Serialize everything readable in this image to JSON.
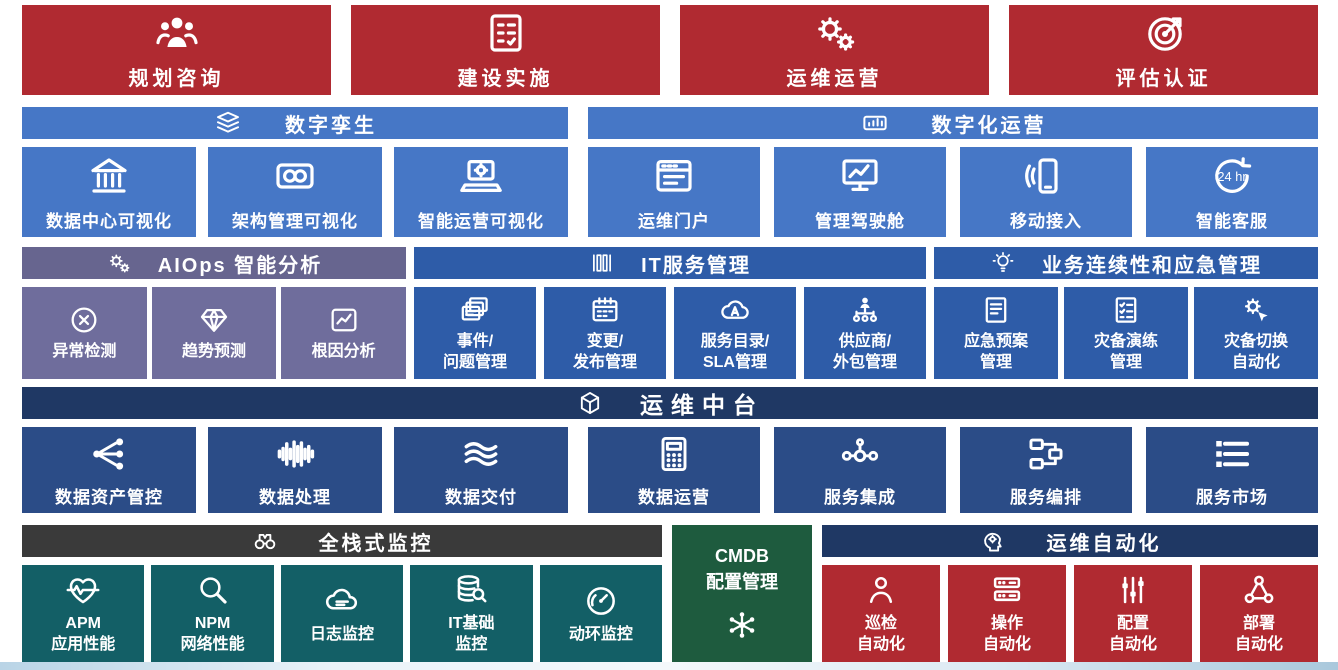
{
  "palette": {
    "red": "#B02A31",
    "blue": "#4677C6",
    "purplehdr": "#67658F",
    "purple": "#6F6D9C",
    "midblue": "#2E5CA8",
    "navy": "#1F3864",
    "navytile": "#2B4C87",
    "darkgray": "#3A3A3A",
    "teal": "#135F66",
    "green": "#1E5B3E"
  },
  "banners": [
    {
      "label": "规划咨询",
      "icon": "people-group-icon"
    },
    {
      "label": "建设实施",
      "icon": "checklist-icon"
    },
    {
      "label": "运维运营",
      "icon": "gears-icon"
    },
    {
      "label": "评估认证",
      "icon": "target-icon"
    }
  ],
  "twin": {
    "header": {
      "label": "数字孪生",
      "icon": "layers-icon"
    },
    "tiles": [
      {
        "label": "数据中心可视化",
        "icon": "bank-icon"
      },
      {
        "label": "架构管理可视化",
        "icon": "glasses-icon"
      },
      {
        "label": "智能运营可视化",
        "icon": "laptop-gear-icon"
      }
    ]
  },
  "digiops": {
    "header": {
      "label": "数字化运营",
      "icon": "meter-icon"
    },
    "tiles": [
      {
        "label": "运维门户",
        "icon": "browser-icon"
      },
      {
        "label": "管理驾驶舱",
        "icon": "monitor-chart-icon"
      },
      {
        "label": "移动接入",
        "icon": "mobile-icon"
      },
      {
        "label": "智能客服",
        "icon": "service-24h-icon"
      }
    ]
  },
  "aiops": {
    "header": {
      "label": "AIOps 智能分析",
      "icon": "gears-icon"
    },
    "tiles": [
      {
        "label": "异常检测",
        "icon": "circle-x-icon"
      },
      {
        "label": "趋势预测",
        "icon": "diamond-icon"
      },
      {
        "label": "根因分析",
        "icon": "chart-box-icon"
      }
    ]
  },
  "itsm": {
    "header": {
      "label": "IT服务管理",
      "icon": "library-icon"
    },
    "tiles": [
      {
        "line1": "事件/",
        "line2": "问题管理",
        "icon": "cards-icon"
      },
      {
        "line1": "变更/",
        "line2": "发布管理",
        "icon": "calendar-icon"
      },
      {
        "line1": "服务目录/",
        "line2": "SLA管理",
        "icon": "cloud-a-icon"
      },
      {
        "line1": "供应商/",
        "line2": "外包管理",
        "icon": "org-people-icon"
      }
    ]
  },
  "bcm": {
    "header": {
      "label": "业务连续性和应急管理",
      "icon": "bulb-icon"
    },
    "tiles": [
      {
        "line1": "应急预案",
        "line2": "管理",
        "icon": "doc-text-icon"
      },
      {
        "line1": "灾备演练",
        "line2": "管理",
        "icon": "doc-check-icon"
      },
      {
        "line1": "灾备切换",
        "line2": "自动化",
        "icon": "gear-pointer-icon"
      }
    ]
  },
  "mid": {
    "header": {
      "label": "运维中台",
      "icon": "cube-icon"
    },
    "tiles": [
      {
        "label": "数据资产管控",
        "icon": "share-icon"
      },
      {
        "label": "数据处理",
        "icon": "waveform-icon"
      },
      {
        "label": "数据交付",
        "icon": "waves-icon"
      },
      {
        "label": "数据运营",
        "icon": "calculator-icon"
      },
      {
        "label": "服务集成",
        "icon": "nodes-icon"
      },
      {
        "label": "服务编排",
        "icon": "flow-icon"
      },
      {
        "label": "服务市场",
        "icon": "list-icon"
      }
    ]
  },
  "monitoring": {
    "header": {
      "label": "全栈式监控",
      "icon": "binoculars-icon"
    },
    "tiles": [
      {
        "line1": "APM",
        "line2": "应用性能",
        "icon": "heart-pulse-icon"
      },
      {
        "line1": "NPM",
        "line2": "网络性能",
        "icon": "magnifier-icon"
      },
      {
        "line1": "日志监控",
        "line2": "",
        "icon": "cloud-lines-icon"
      },
      {
        "line1": "IT基础",
        "line2": "监控",
        "icon": "database-search-icon"
      },
      {
        "line1": "动环监控",
        "line2": "",
        "icon": "gauge-icon"
      }
    ]
  },
  "cmdb": {
    "line1": "CMDB",
    "line2": "配置管理",
    "icon": "network-icon"
  },
  "automation": {
    "header": {
      "label": "运维自动化",
      "icon": "head-gear-icon"
    },
    "tiles": [
      {
        "line1": "巡检",
        "line2": "自动化",
        "icon": "person-icon"
      },
      {
        "line1": "操作",
        "line2": "自动化",
        "icon": "server-stack-icon"
      },
      {
        "line1": "配置",
        "line2": "自动化",
        "icon": "sliders-icon"
      },
      {
        "line1": "部署",
        "line2": "自动化",
        "icon": "deploy-icon"
      }
    ]
  }
}
